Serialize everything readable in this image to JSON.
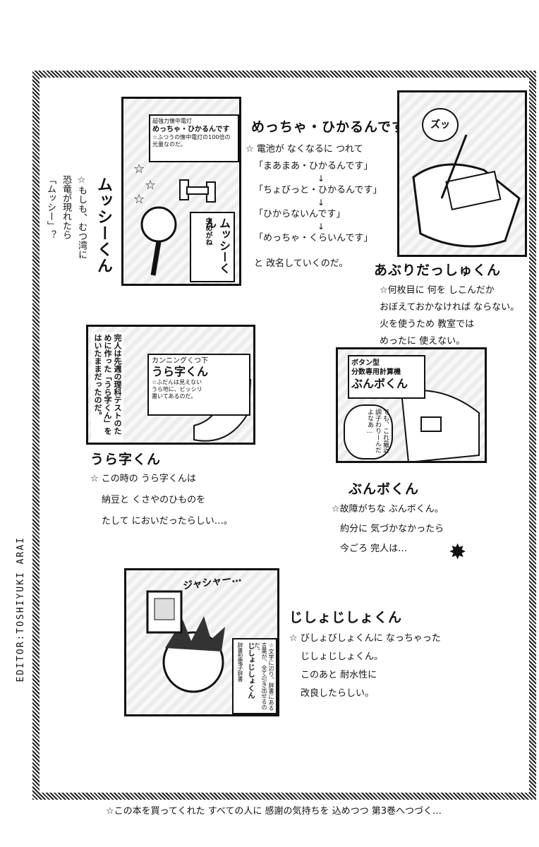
{
  "credit": "EDITOR:TOSHIYUKI ARAI",
  "footer": "☆この本を買ってくれた すべての人に 感謝の気持ちを 込めつつ 第3巻へつづく…",
  "panel1": {
    "box_title": "超強力懐中電灯",
    "box_name": "めっちゃ・ひかるんです",
    "box_desc": "☆ふつうの懐中電灯の100倍の光量なのだ。",
    "label_small": "虫めがね",
    "label_big": "ムッシーくん"
  },
  "mussy": {
    "title": "ムッシーくん",
    "note_lines": [
      "☆もしも、むつ湾に",
      "恐竜が現れたら",
      "「ムッシー」？"
    ]
  },
  "hikarun": {
    "title": "めっちゃ・ひかるんです",
    "intro": "☆ 電池が なくなるに つれて",
    "stages": [
      "「まあまあ・ひかるんです」",
      "「ちょびっと・ひかるんです」",
      "「ひからないんです」",
      "「めっちゃ・くらいんです」"
    ],
    "arrow": "↓",
    "outro": "と 改名していくのだ。"
  },
  "panel2": {
    "sfx": "ズッ"
  },
  "aburi": {
    "title": "あぶりだっしゅくん",
    "note_lines": [
      "☆何枚目に 何を しこんだか",
      "おぼえておかなければ ならない。",
      "火を使うため 教室では",
      "めったに 使えない。"
    ]
  },
  "panel3": {
    "side_text": "完人は先週の理科テストのために作った「うら字くん」をはいたままだったのだ。",
    "label_small": "カンニングくつ下",
    "label_big": "うら字くん",
    "desc_lines": [
      "☆ふだんは見えない",
      "うら地に、ビッシリ",
      "書いてあるのだ。"
    ]
  },
  "urajikun": {
    "title": "うら字くん",
    "note_lines": [
      "☆ この時の うら字くんは",
      "納豆と くさやのひものを",
      "たして においだったらしい…。"
    ]
  },
  "panel4": {
    "box_title": "ボタン型",
    "box_sub": "分数専用計算機",
    "box_name": "ぶんボくん",
    "bubble": "でも、これ最近調子わりーんだよなあ…"
  },
  "bunbo": {
    "title": "ぶんボくん",
    "note_lines": [
      "☆故障がちな ぶんボくん。",
      "約分に 気づかなかったら",
      "今ごろ 完人は…"
    ]
  },
  "panel5": {
    "sfx": "ジャシャー…",
    "box_small": "辞書型電子辞書",
    "box_name": "じしょじしょくん",
    "box_desc": "☆文字に辺り、辞書にある言葉が、全て引き出せるのだ。"
  },
  "jisho": {
    "title": "じしょじしょくん",
    "note_lines": [
      "☆ びしょびしょくんに なっちゃった",
      "じしょじしょくん。",
      "このあと 耐水性に",
      "改良したらしい。"
    ]
  }
}
